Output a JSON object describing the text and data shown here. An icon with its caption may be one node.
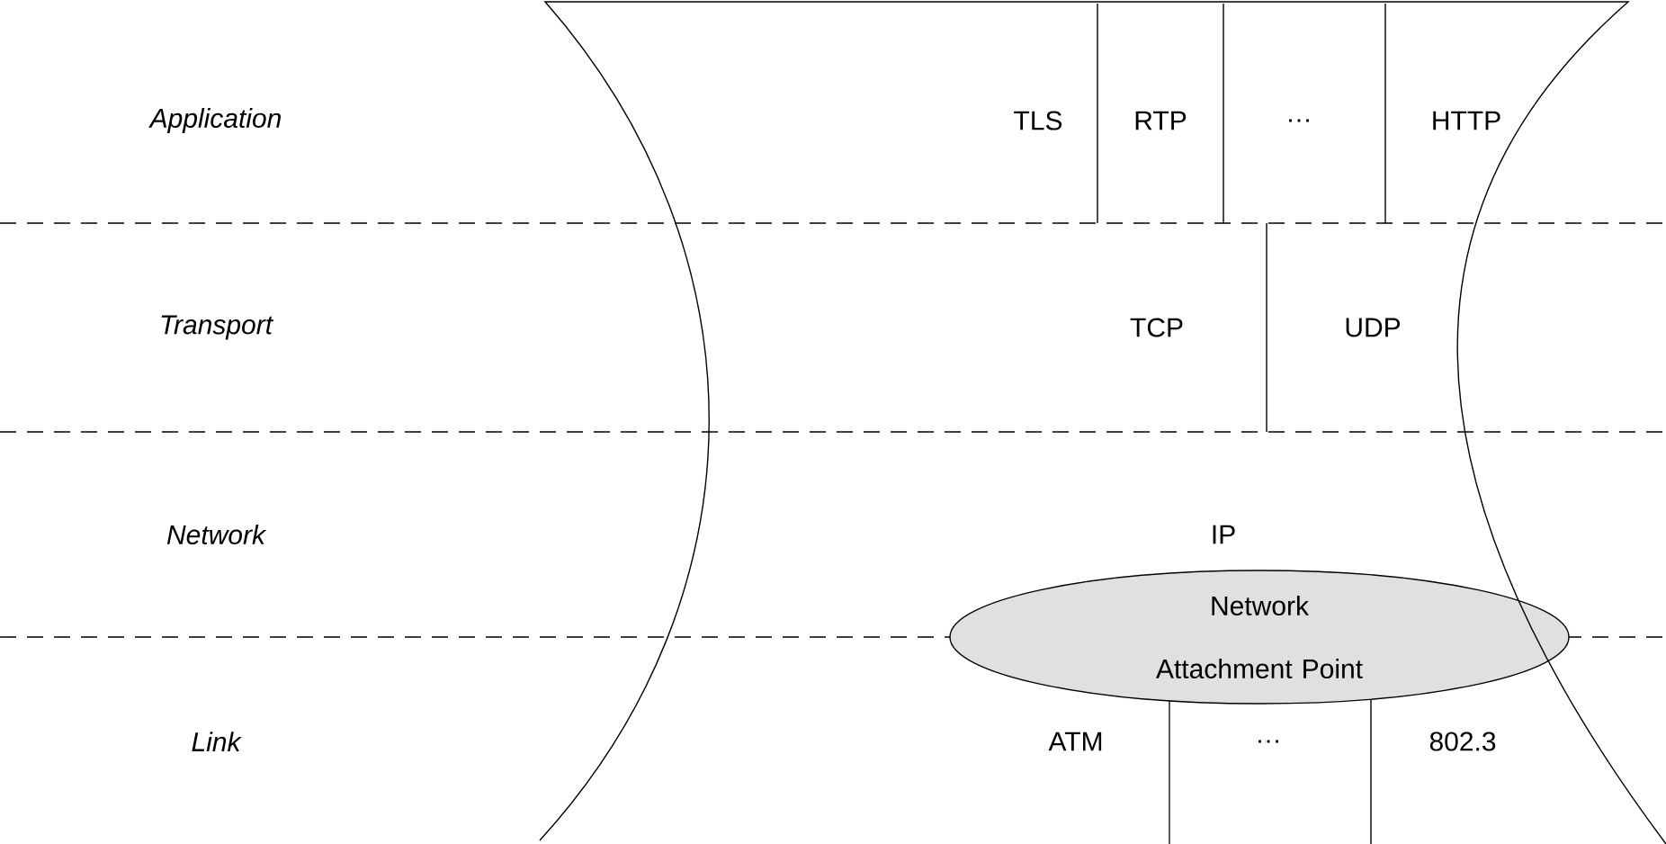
{
  "diagram": {
    "nodes": [
      {
        "text": [
          "Network Attachment Point"
        ]
      }
    ],
    "labels": [
      "Application",
      "TLS",
      "RTP",
      "…",
      "HTTP",
      "Transport",
      "TCP",
      "UDP",
      "Network",
      "IP",
      "Link",
      "ATM",
      "…",
      "802.3"
    ]
  }
}
